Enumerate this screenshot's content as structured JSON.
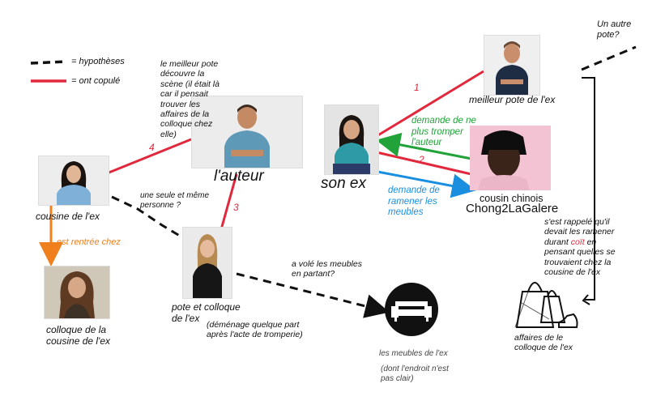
{
  "legend": {
    "dashed": "= hypothèses",
    "solid": "= ont copulé"
  },
  "people": {
    "meilleur_pote": "meilleur pote de l'ex",
    "auteur": "l'auteur",
    "son_ex": "son ex",
    "cousin_chinois": "cousin chinois",
    "cousin_name": "Chong2LaGalere",
    "cousine": "cousine de l'ex",
    "colloque_cousine": "colloque de la cousine de l'ex",
    "pote_colloque": "pote et colloque de l'ex",
    "pote_colloque_note": "(déménage quelque part après l'acte de tromperie)",
    "meubles": "les meubles de l'ex",
    "meubles_note": "(dont l'endroit n'est pas clair)",
    "affaires": "affaires de le colloque de l'ex",
    "autre_pote": "Un autre pote?"
  },
  "annotations": {
    "meilleur_pote_scene": "le meilleur pote découvre la scène (il était là car il pensait trouver les affaires de la colloque chez elle)",
    "tromper": "demande de ne plus tromper l'auteur",
    "ramener": "demande de ramener les meubles",
    "meme_personne": "une seule et même personne ?",
    "rentree_chez": "est rentrée chez",
    "vole_meubles": "a volé les meubles en partant?",
    "rappel_pre": "s'est rappelé qu'il devait les ramener durant",
    "rappel_coit": "coït",
    "rappel_post": "en pensant quelles se trouvaient chez la cousine de l'ex"
  },
  "numbers": [
    "1",
    "2",
    "3",
    "4"
  ],
  "colors": {
    "red": "#e1283c",
    "green": "#22a33a",
    "blue": "#1a8fe0",
    "orange": "#f07f1d",
    "black": "#111111"
  }
}
